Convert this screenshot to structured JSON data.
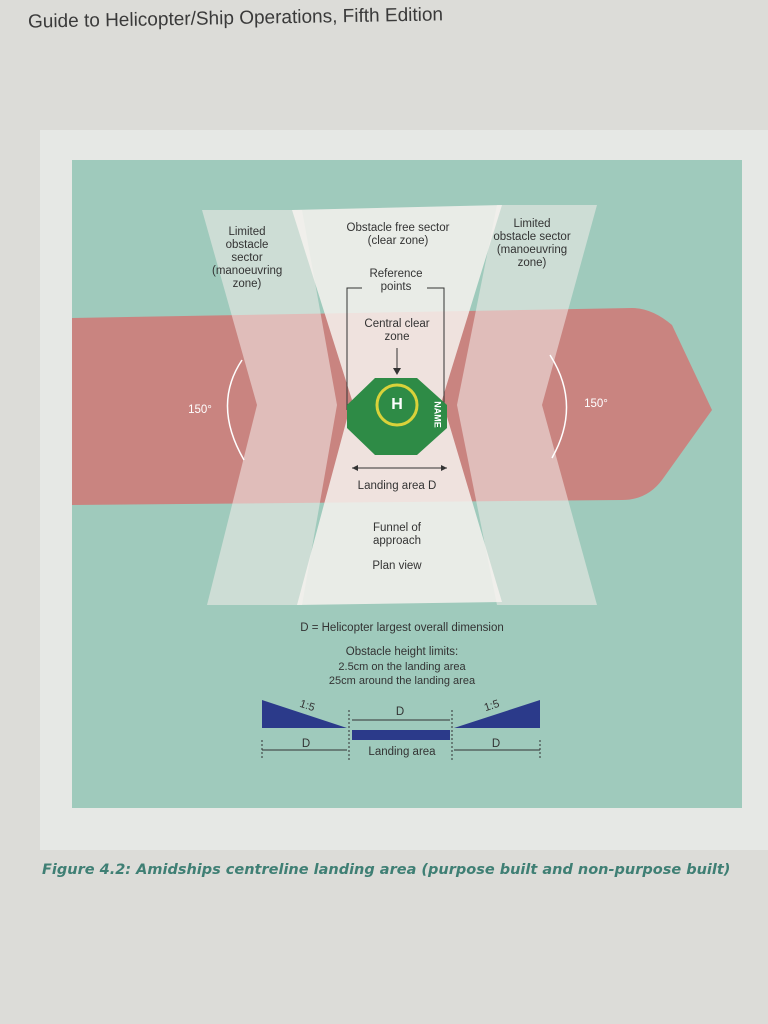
{
  "header": {
    "title": "Guide to Helicopter/Ship Operations, Fifth Edition"
  },
  "figure": {
    "limited_left": "Limited obstacle sector (manoeuvring zone)",
    "limited_right": "Limited obstacle sector (manoeuvring zone)",
    "obstacle_free": "Obstacle free sector (clear zone)",
    "reference_points": "Reference points",
    "central_clear_zone": "Central clear zone",
    "angle_left": "150°",
    "angle_right": "150°",
    "helipad_letter": "H",
    "helipad_name": "NAME",
    "landing_area_d": "Landing area D",
    "funnel": "Funnel of approach",
    "plan_view": "Plan view",
    "d_definition": "D = Helicopter largest overall dimension",
    "height_limits_title": "Obstacle height limits:",
    "height_limit_1": "2.5cm on the landing area",
    "height_limit_2": "25cm around the landing area",
    "slope_left": "1:5",
    "slope_right": "1:5",
    "d_center": "D",
    "d_left": "D",
    "d_right": "D",
    "landing_area": "Landing area",
    "colors": {
      "hull": "#c98480",
      "sea": "#9fcabc",
      "helipad": "#2e8b46",
      "ring": "#d9d23a",
      "profile": "#2b3a8a"
    }
  },
  "caption": "Figure 4.2: Amidships centreline landing area (purpose built and non-purpose built)"
}
